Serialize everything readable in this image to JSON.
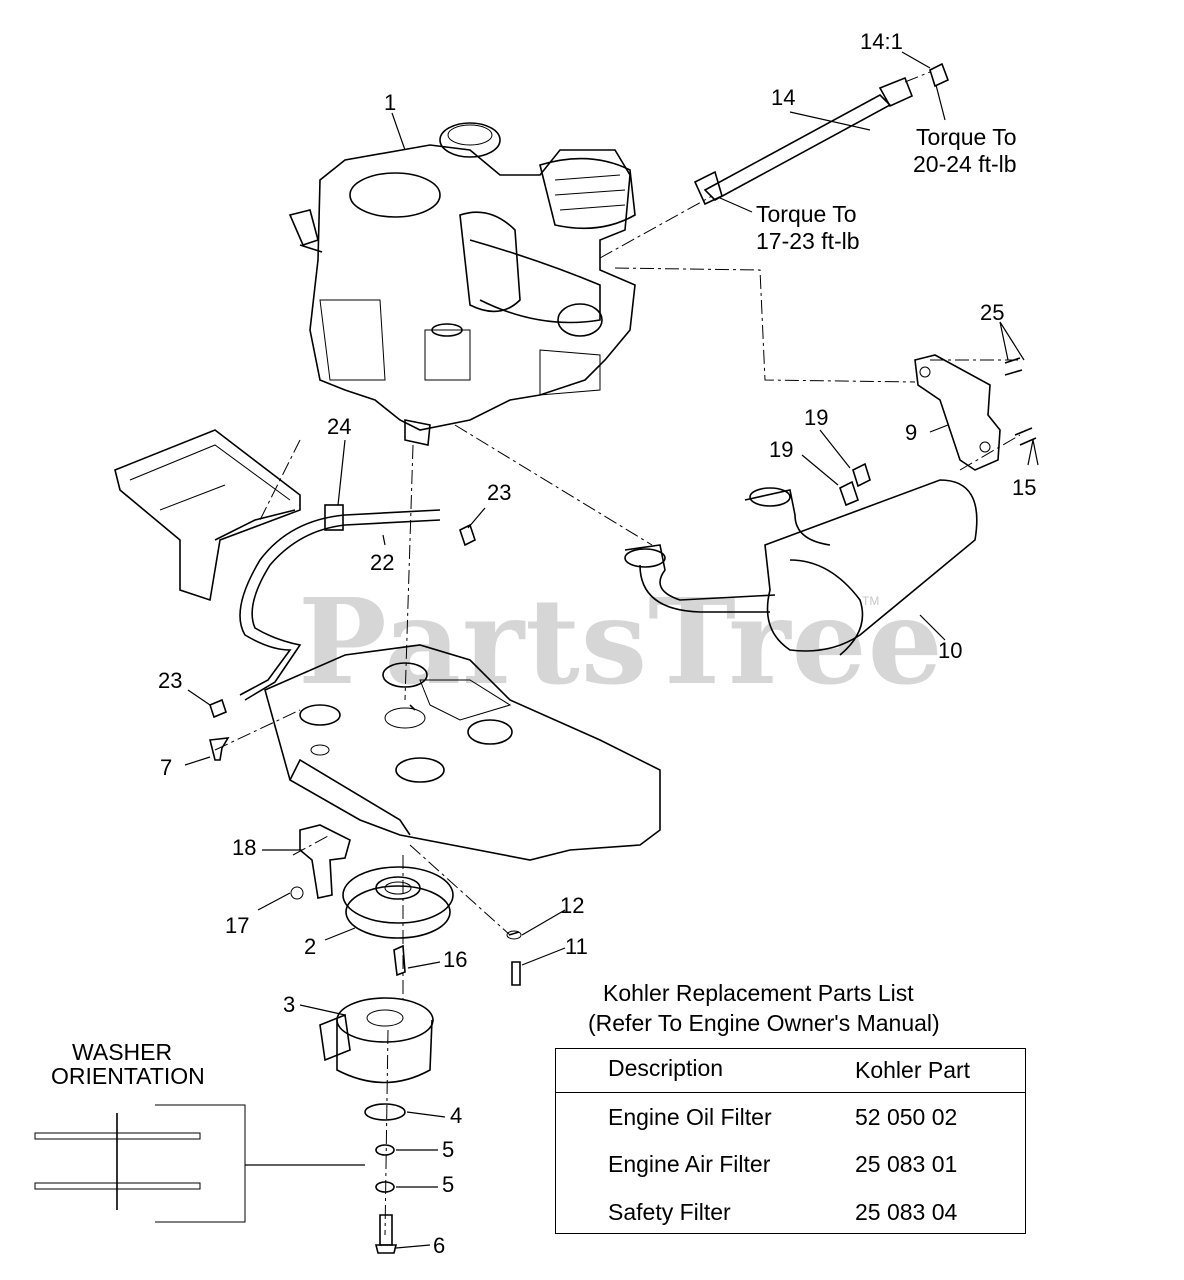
{
  "labels": {
    "p1": "1",
    "p2": "2",
    "p3": "3",
    "p4": "4",
    "p5a": "5",
    "p5b": "5",
    "p6": "6",
    "p7": "7",
    "p9": "9",
    "p10": "10",
    "p11": "11",
    "p12": "12",
    "p14": "14",
    "p14_1": "14:1",
    "p15": "15",
    "p16": "16",
    "p17": "17",
    "p18": "18",
    "p19a": "19",
    "p19b": "19",
    "p22": "22",
    "p23a": "23",
    "p23b": "23",
    "p24": "24",
    "p25": "25"
  },
  "notes": {
    "torque_upper_line1": "Torque To",
    "torque_upper_line2": "20-24 ft-lb",
    "torque_lower_line1": "Torque To",
    "torque_lower_line2": "17-23 ft-lb",
    "washer_line1": "WASHER",
    "washer_line2": "ORIENTATION"
  },
  "watermark": {
    "text": "PartsTree",
    "mark": "TM"
  },
  "table": {
    "title_line1": "Kohler Replacement Parts List",
    "title_line2": "(Refer To Engine Owner's Manual)",
    "headers": [
      "Description",
      "Kohler Part"
    ],
    "rows": [
      [
        "Engine Oil Filter",
        "52 050 02"
      ],
      [
        "Engine Air Filter",
        "25 083 01"
      ],
      [
        "Safety Filter",
        "25 083 04"
      ]
    ]
  }
}
